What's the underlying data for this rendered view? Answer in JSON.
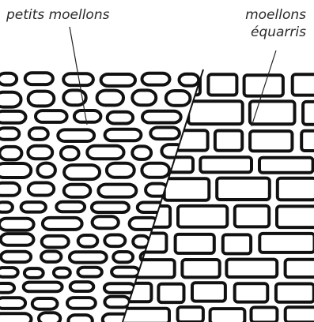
{
  "labels": {
    "left": "petits moellons",
    "right_line1": "moellons",
    "right_line2": "équarris"
  }
}
